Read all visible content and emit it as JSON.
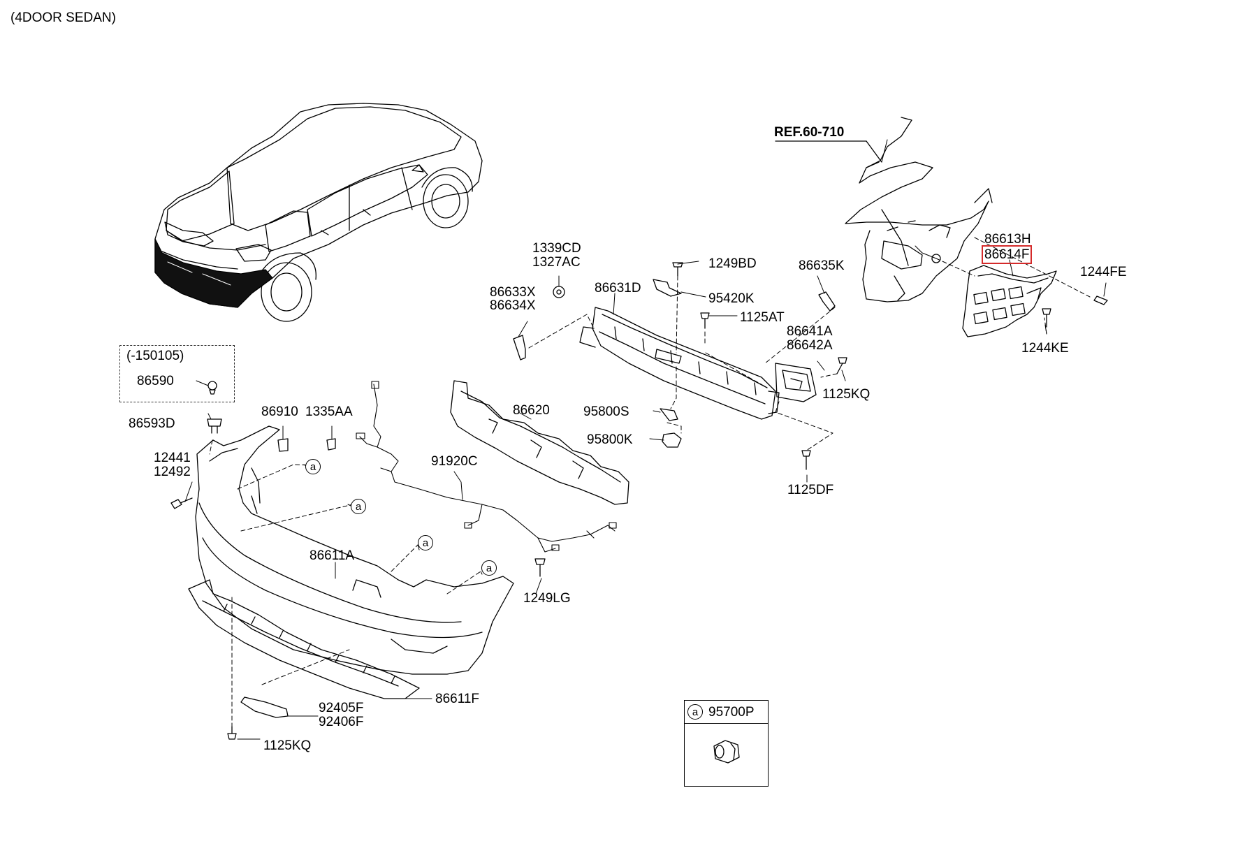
{
  "header": {
    "title": "(4DOOR SEDAN)"
  },
  "ref_label": "REF.60-710",
  "option_box": {
    "label": "(-150105)",
    "part": "86590"
  },
  "legend": {
    "callout": "a",
    "part": "95700P"
  },
  "callout_letter": "a",
  "highlight_color": "#d42a2a",
  "parts": {
    "p86613H": "86613H",
    "p86614F": "86614F",
    "p1244FE": "1244FE",
    "p1244KE": "1244KE",
    "p1339CD": "1339CD",
    "p1327AC": "1327AC",
    "p1249BD": "1249BD",
    "p86635K": "86635K",
    "p86633X": "86633X",
    "p86634X": "86634X",
    "p86631D": "86631D",
    "p95420K": "95420K",
    "p1125AT": "1125AT",
    "p86641A": "86641A",
    "p86642A": "86642A",
    "p1125KQ_r": "1125KQ",
    "p86593D": "86593D",
    "p86910": "86910",
    "p1335AA": "1335AA",
    "p86620": "86620",
    "p95800S": "95800S",
    "p95800K": "95800K",
    "p12441": "12441",
    "p12492": "12492",
    "p91920C": "91920C",
    "p1125DF": "1125DF",
    "p86611A": "86611A",
    "p1249LG": "1249LG",
    "p86611F": "86611F",
    "p92405F": "92405F",
    "p92406F": "92406F",
    "p1125KQ_l": "1125KQ"
  }
}
